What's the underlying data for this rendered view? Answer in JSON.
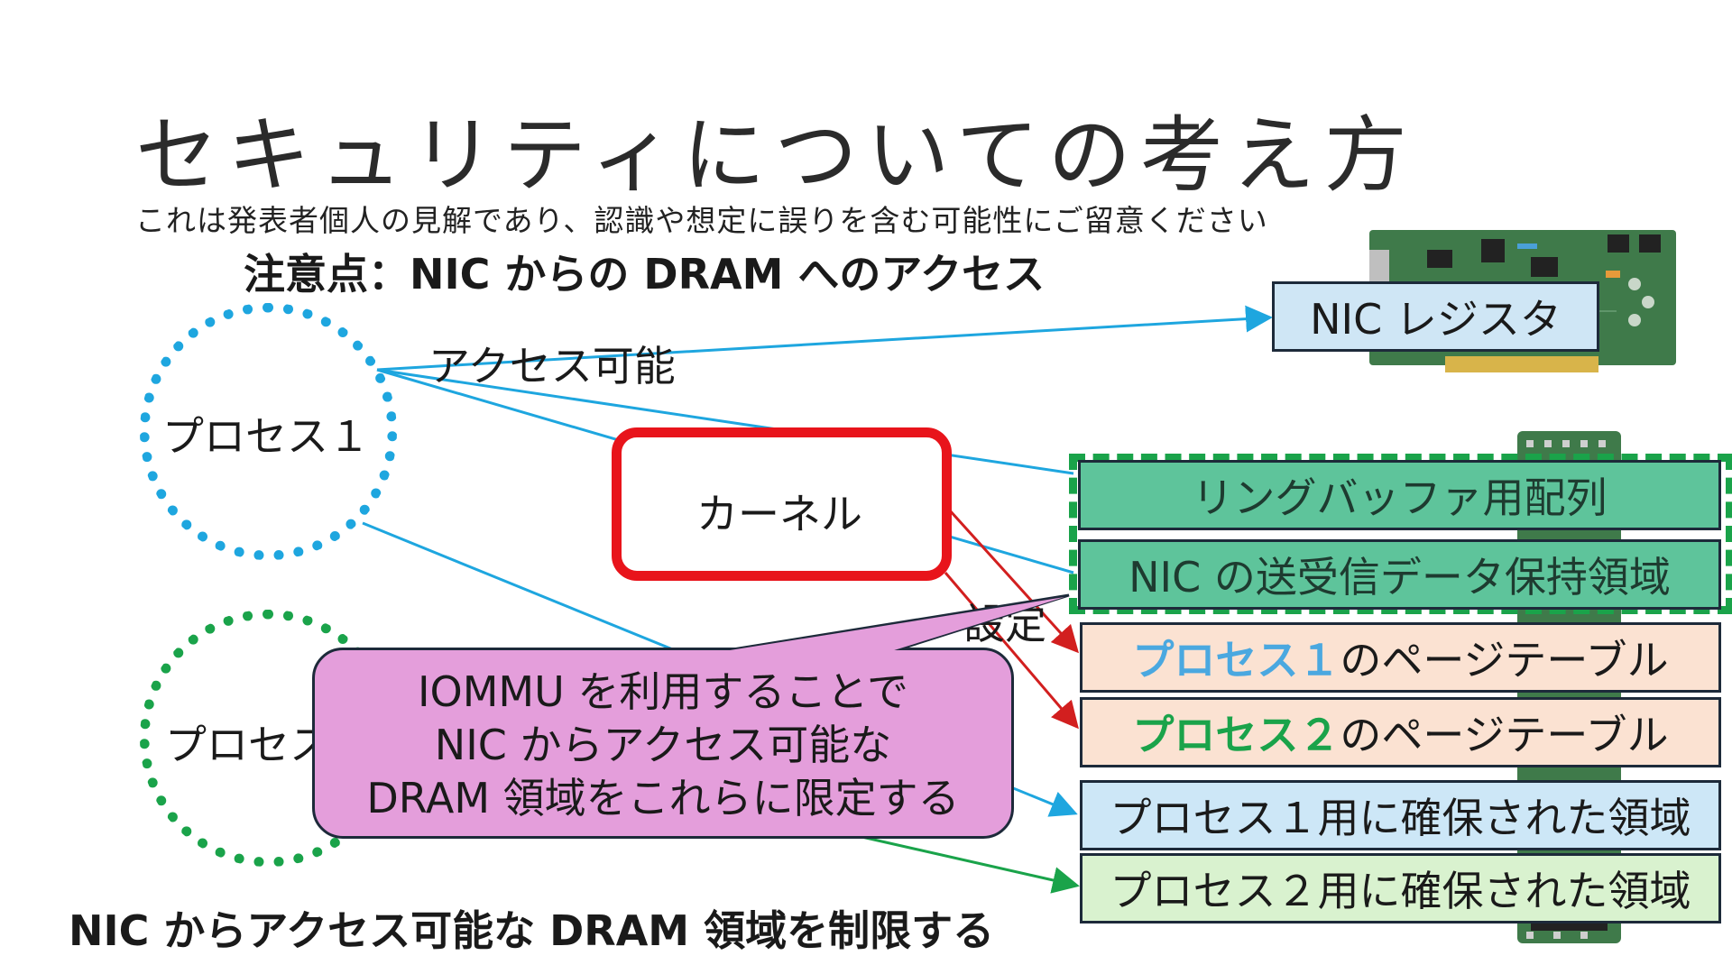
{
  "slide": {
    "title": "セキュリティについての考え方",
    "disclaimer": "これは発表者個人の見解であり、認識や想定に誤りを含む可能性にご留意ください",
    "caution": "注意点：NIC からの DRAM へのアクセス",
    "conclusion": "NIC からアクセス可能な DRAM 領域を制限する"
  },
  "diagram": {
    "process1": "プロセス１",
    "process2": "プロセス２",
    "kernel": "カーネル",
    "access_label": "アクセス可能",
    "setting_label": "設定",
    "nic_register": "NIC レジスタ",
    "ring_buffer": "リングバッファ用配列",
    "nic_data": "NIC の送受信データ保持領域",
    "page_table_1_name": "プロセス１",
    "page_table_1_suffix": "のページテーブル",
    "page_table_2_name": "プロセス２",
    "page_table_2_suffix": "のページテーブル",
    "mem_1": "プロセス１用に確保された領域",
    "mem_2": "プロセス２用に確保された領域"
  },
  "callout": {
    "lines": [
      "IOMMU を利用することで",
      "NIC からアクセス可能な",
      "DRAM 領域をこれらに限定する"
    ]
  },
  "colors": {
    "process1": "#1ea6df",
    "process2": "#1aa34a",
    "kernel": "#e8141b",
    "arrow_blue": "#1ea6df",
    "arrow_red": "#d21f1f",
    "arrow_green": "#1aa34a",
    "callout": "#e49edb"
  },
  "icons": [
    "network-card-image",
    "memory-module-image"
  ]
}
